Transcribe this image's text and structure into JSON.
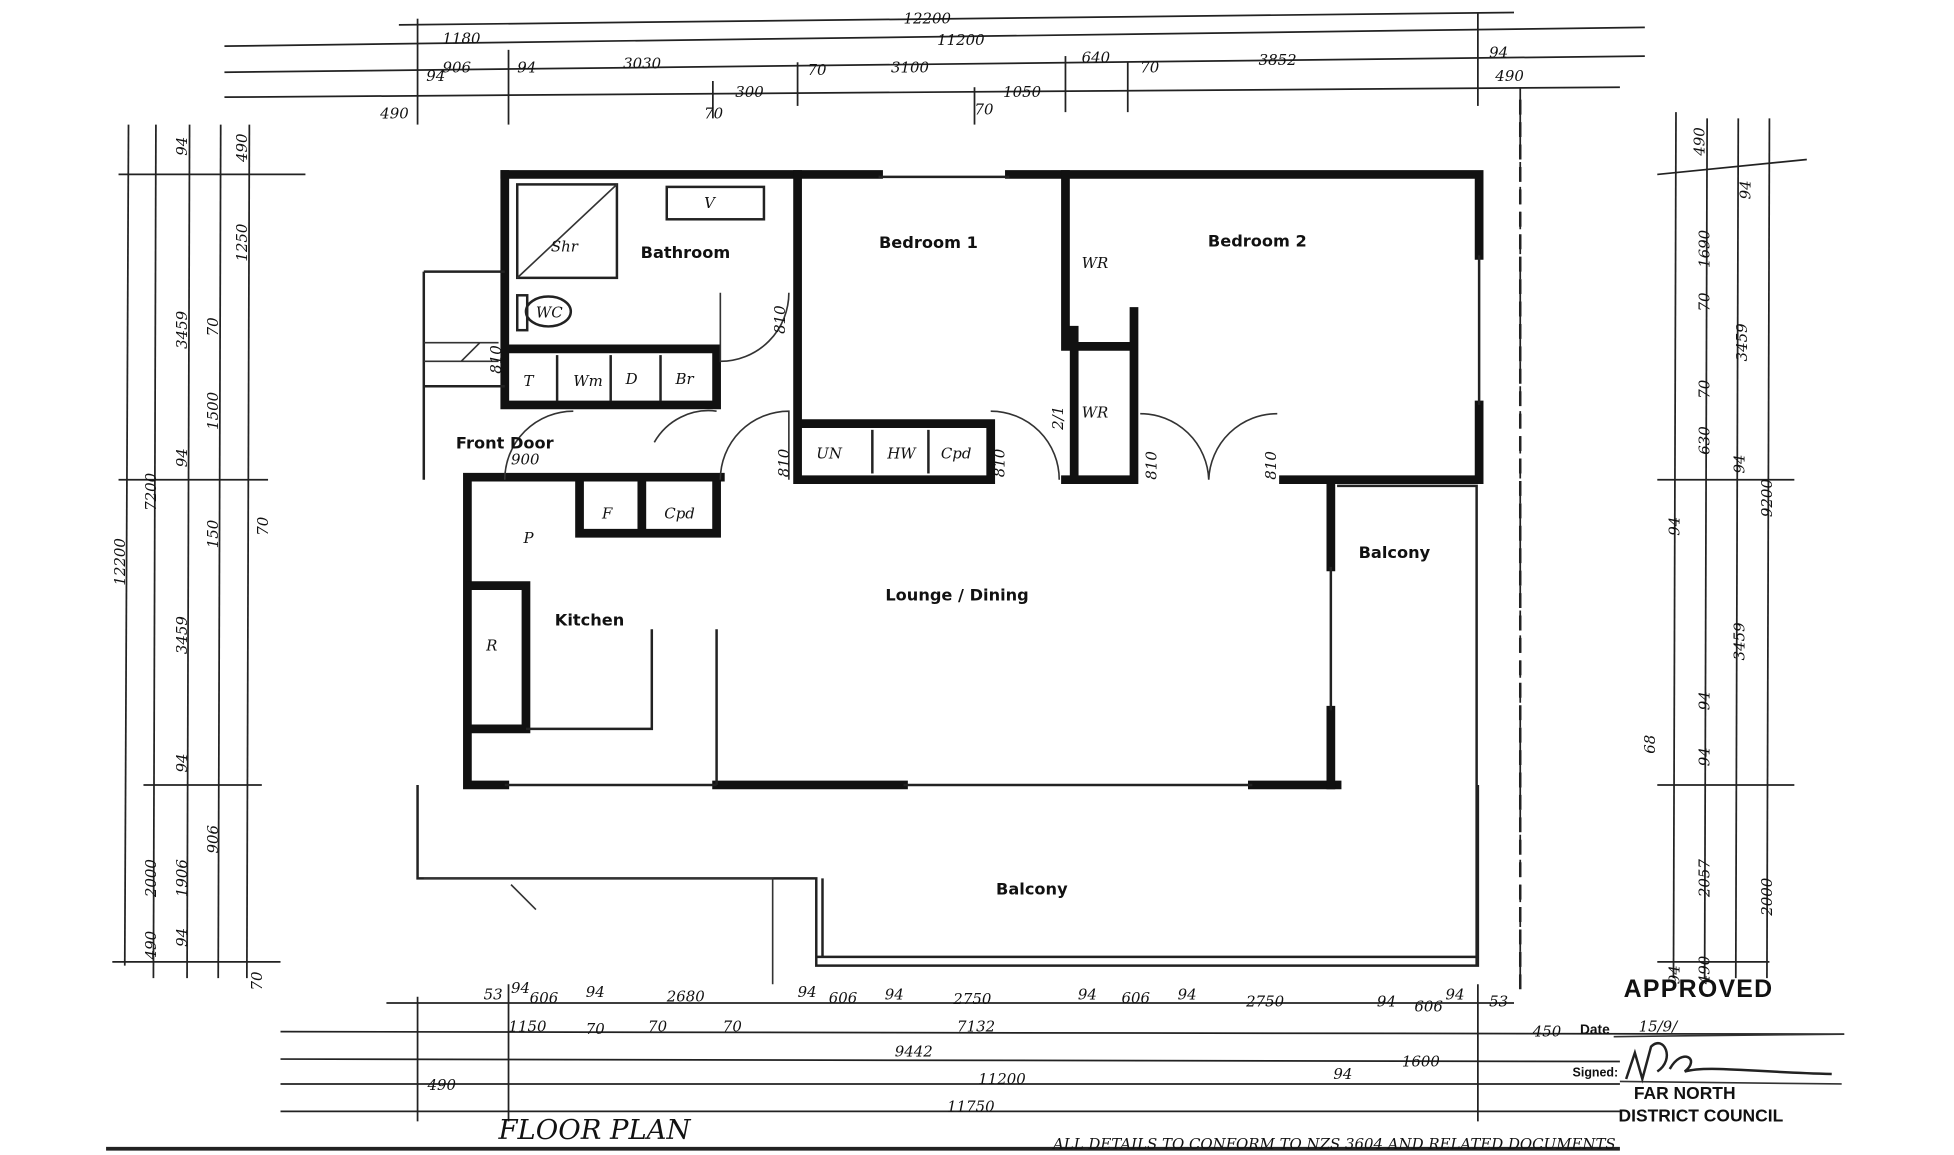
{
  "rooms": {
    "bathroom": "Bathroom",
    "bedroom1": "Bedroom 1",
    "bedroom2": "Bedroom 2",
    "front_door": "Front Door",
    "kitchen": "Kitchen",
    "lounge": "Lounge / Dining",
    "balcony_east": "Balcony",
    "balcony_south": "Balcony"
  },
  "fixtures": {
    "shower": "Shr",
    "wc": "WC",
    "vanity": "V",
    "tub": "T",
    "washer": "Wm",
    "dryer": "D",
    "broom": "Br",
    "un": "UN",
    "hw": "HW",
    "cpd1": "Cpd",
    "wr1": "WR",
    "wr2": "WR",
    "fridge": "F",
    "cpd2": "Cpd",
    "pantry": "P",
    "range": "R"
  },
  "doors": [
    "810",
    "810",
    "810",
    "810",
    "810",
    "810",
    "900",
    "2/1"
  ],
  "dims": {
    "top": [
      "12200",
      "11200",
      "1180",
      "906",
      "94",
      "3030",
      "70",
      "3100",
      "640",
      "70",
      "3852",
      "94",
      "490",
      "300",
      "70",
      "1050",
      "70",
      "490",
      "94"
    ],
    "left": [
      "94",
      "490",
      "1250",
      "3459",
      "70",
      "1500",
      "94",
      "7200",
      "12200",
      "150",
      "70",
      "3459",
      "94",
      "906",
      "2000",
      "1906",
      "94",
      "490",
      "70"
    ],
    "right": [
      "490",
      "94",
      "1690",
      "70",
      "3459",
      "70",
      "630",
      "94",
      "9200",
      "94",
      "3459",
      "94",
      "68",
      "94",
      "2057",
      "2000",
      "94",
      "490"
    ],
    "bottom": [
      "53",
      "94",
      "606",
      "94",
      "2680",
      "94",
      "606",
      "94",
      "2750",
      "94",
      "606",
      "94",
      "2750",
      "94",
      "606",
      "94",
      "53",
      "1150",
      "70",
      "70",
      "70",
      "7132",
      "9442",
      "11200",
      "11750",
      "450",
      "1600",
      "490",
      "94"
    ]
  },
  "title": "FLOOR PLAN",
  "note": "ALL DETAILS TO CONFORM TO NZS 3604 AND RELATED DOCUMENTS",
  "stamp": {
    "approved": "APPROVED",
    "date_label": "Date",
    "date_value": "15/9/",
    "signed_label": "Signed:",
    "council_line1": "FAR NORTH",
    "council_line2": "DISTRICT COUNCIL"
  }
}
